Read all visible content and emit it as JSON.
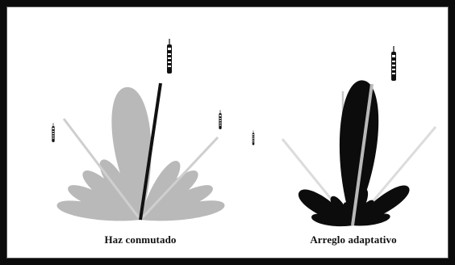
{
  "panels": [
    {
      "caption": "Haz conmutado",
      "style": "switched-beam",
      "beam_color": "#b9b9b9",
      "highlight_color": "#111111"
    },
    {
      "caption": "Arreglo adaptativo",
      "style": "adaptive-array",
      "beam_color": "#0c0c0c",
      "highlight_color": "#b9b9b9"
    }
  ],
  "colors": {
    "frame": "#0b0b0b",
    "background": "#ffffff",
    "light_beam": "#b9b9b9",
    "dark_beam": "#0c0c0c",
    "ray_light": "#d7d7d7"
  },
  "icons": [
    "cellphone-icon"
  ]
}
